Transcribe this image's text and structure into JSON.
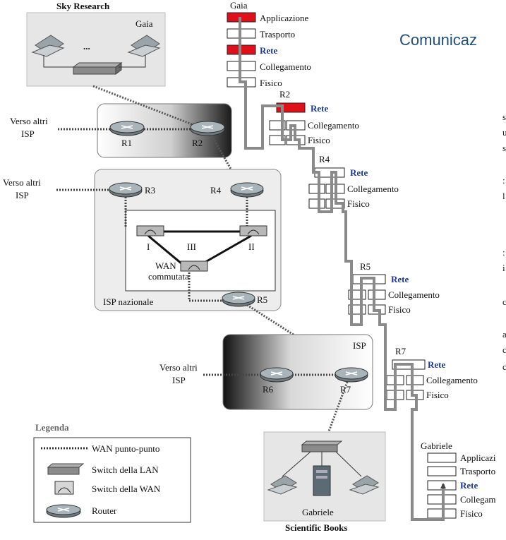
{
  "title": "Comunicaz",
  "top_network": {
    "name": "Sky Research",
    "host": "Gaia"
  },
  "bottom_network": {
    "name": "Scientific Books",
    "host": "Gabriele"
  },
  "isp_national_label": "ISP nazionale",
  "isp_label": "ISP",
  "wan_label_1": "WAN",
  "wan_label_2": "commutata",
  "other_isp_line1": "Verso altri",
  "other_isp_line2": "ISP",
  "routers": [
    "R1",
    "R2",
    "R3",
    "R4",
    "R5",
    "R6",
    "R7"
  ],
  "wan_switches": [
    "I",
    "II",
    "III"
  ],
  "dots": "...",
  "legend": {
    "title": "Legenda",
    "items": [
      "WAN punto-punto",
      "Switch della LAN",
      "Switch della WAN",
      "Router"
    ]
  },
  "stacks": {
    "gaia": {
      "name": "Gaia",
      "layers": [
        "Applicazione",
        "Trasporto",
        "Rete",
        "Collegamento",
        "Fisico"
      ]
    },
    "r2": {
      "name": "R2",
      "layers": [
        "Rete",
        "Collegamento",
        "Fisico"
      ]
    },
    "r4": {
      "name": "R4",
      "layers": [
        "Rete",
        "Collegamento",
        "Fisico"
      ]
    },
    "r5": {
      "name": "R5",
      "layers": [
        "Rete",
        "Collegamento",
        "Fisico"
      ]
    },
    "r7": {
      "name": "R7",
      "layers": [
        "Rete",
        "Collegamento",
        "Fisico"
      ]
    },
    "gabriele": {
      "name": "Gabriele",
      "layers": [
        "Applicazi",
        "Trasporto",
        "Rete",
        "Collegam",
        "Fisico"
      ]
    }
  },
  "colors": {
    "highlight": "#e0101a",
    "layer_text": "#1f3a93",
    "title": "#1f4e79"
  }
}
